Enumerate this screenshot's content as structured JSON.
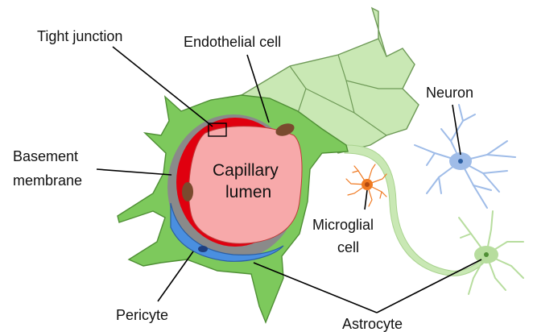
{
  "labels": {
    "tight_junction": "Tight junction",
    "endothelial_cell": "Endothelial cell",
    "neuron": "Neuron",
    "basement_line1": "Basement",
    "basement_line2": "membrane",
    "capillary_line1": "Capillary",
    "capillary_line2": "lumen",
    "microglial_line1": "Microglial",
    "microglial_line2": "cell",
    "pericyte": "Pericyte",
    "astrocyte": "Astrocyte"
  },
  "colors": {
    "astrocyte_fill": "#7dc95c",
    "astrocyte_stroke": "#4f8f35",
    "astrocyte_light": "#c9e8b4",
    "basement_membrane": "#8a8a8a",
    "endothelium": "#e0000f",
    "lumen": "#f7a9aa",
    "nucleus": "#7a4a2e",
    "pericyte": "#4a8fe0",
    "neuron": "#9fbce8",
    "microglia": "#f07a22"
  }
}
